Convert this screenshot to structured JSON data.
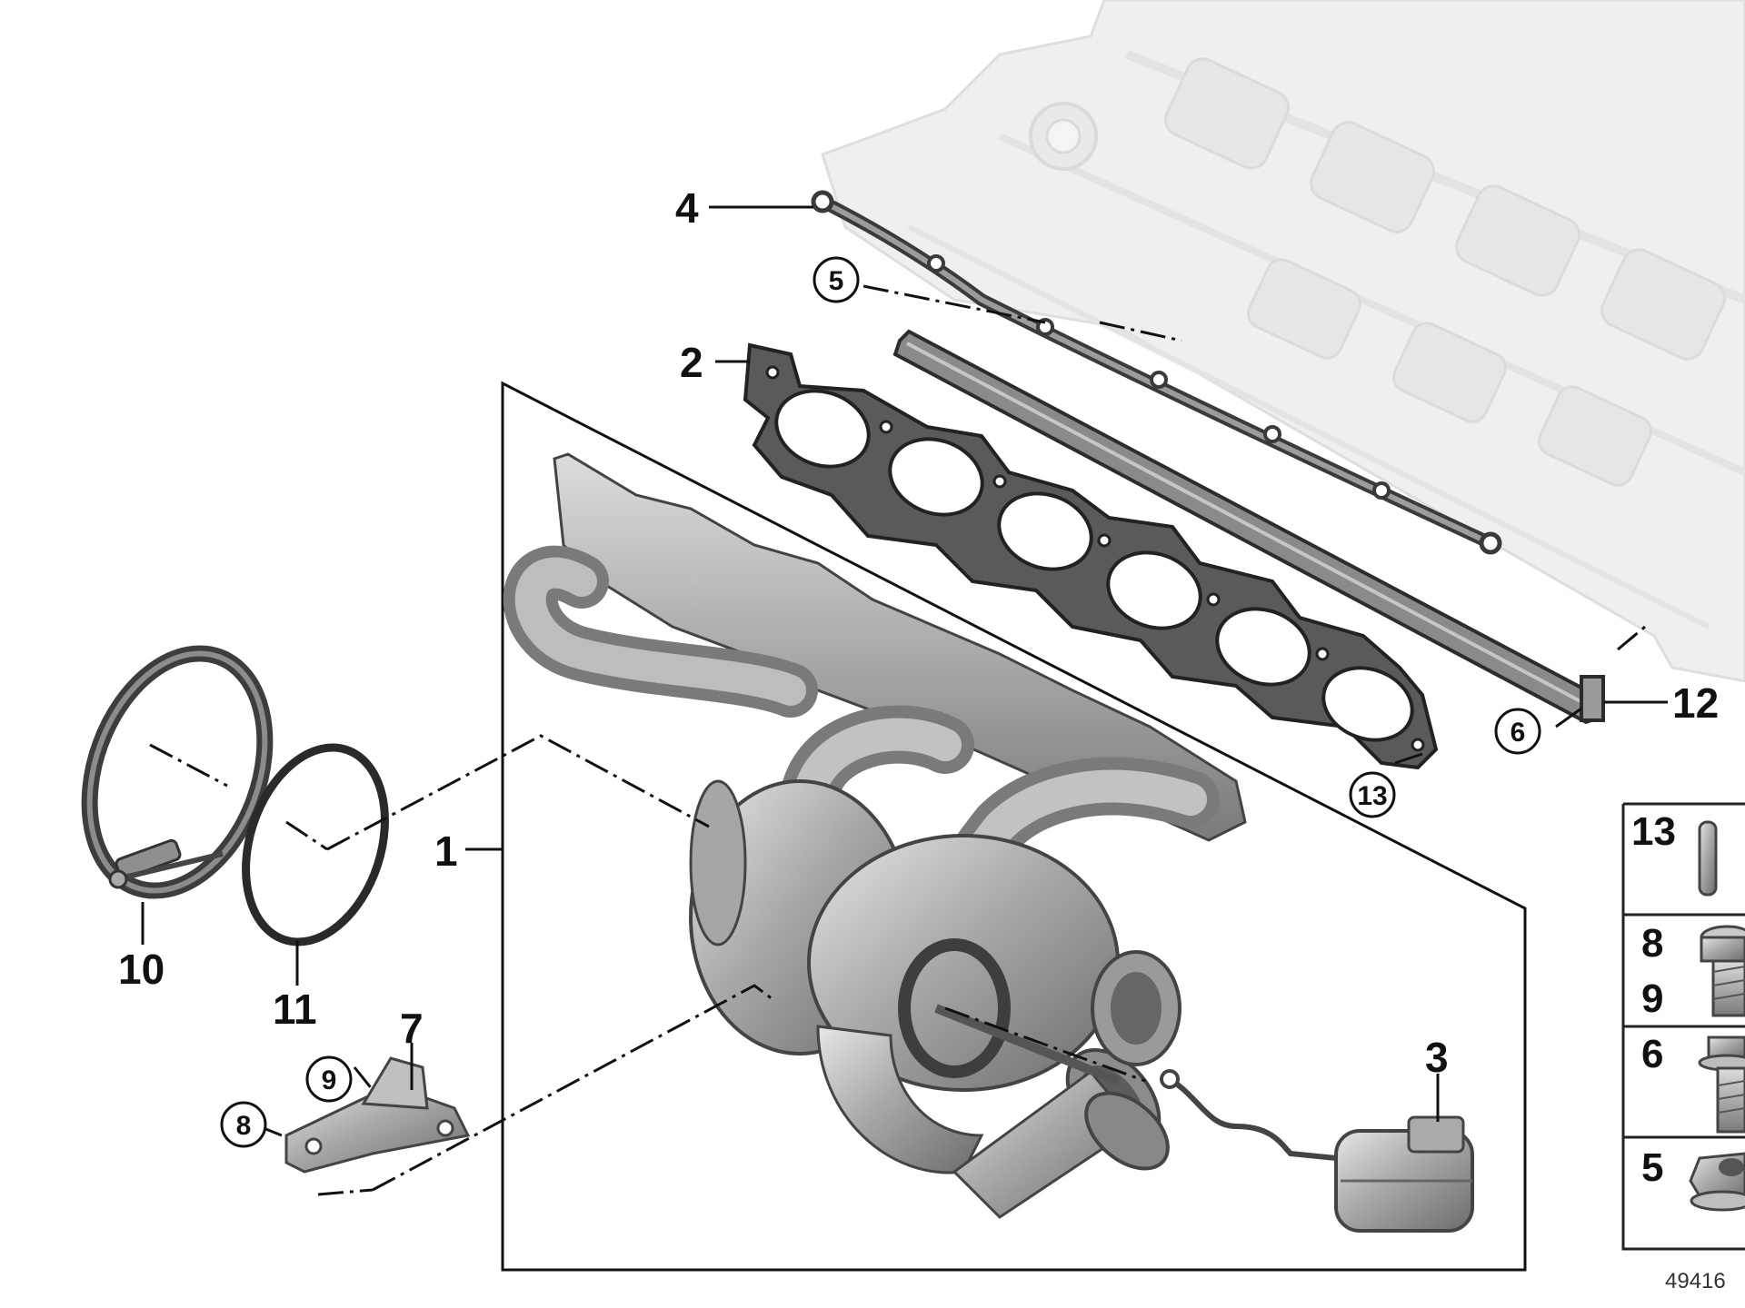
{
  "diagram": {
    "callouts": {
      "c1": "1",
      "c2": "2",
      "c3": "3",
      "c4": "4",
      "c5": "5",
      "c6": "6",
      "c7": "7",
      "c8": "8",
      "c9": "9",
      "c10": "10",
      "c11": "11",
      "c12": "12",
      "c13": "13"
    },
    "fastener_table": [
      {
        "labels": [
          "13"
        ],
        "icon": "dowel-pin-icon"
      },
      {
        "labels": [
          "8",
          "9"
        ],
        "icon": "torx-bolt-icon"
      },
      {
        "labels": [
          "6"
        ],
        "icon": "flange-bolt-icon"
      },
      {
        "labels": [
          "5"
        ],
        "icon": "collar-nut-icon"
      }
    ],
    "figure_number": "49416",
    "colors": {
      "line": "#111111",
      "part": "#9a9a9a",
      "gasket": "#505050",
      "head": "#e2e2e2"
    }
  }
}
